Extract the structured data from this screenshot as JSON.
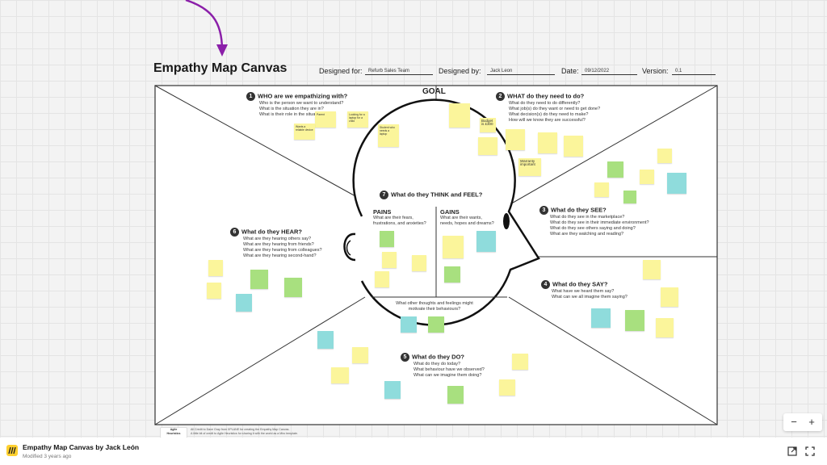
{
  "canvas": {
    "title": "Empathy Map Canvas",
    "designed_for_label": "Designed for:",
    "designed_for_value": "Refurb Sales Team",
    "designed_by_label": "Designed by:",
    "designed_by_value": "Jack Leon",
    "date_label": "Date:",
    "date_value": "09/12/2022",
    "version_label": "Version:",
    "version_value": "0.1",
    "goal_label": "GOAL"
  },
  "sections": {
    "who": {
      "num": "1",
      "title": "WHO are we empathizing with?",
      "questions": [
        "Who is the person we want to understand?",
        "What is the situation they are in?",
        "What is their role in the situation?"
      ]
    },
    "need": {
      "num": "2",
      "title": "WHAT do they need to do?",
      "questions": [
        "What do they need to do differently?",
        "What job(s) do they want or need to get done?",
        "What decision(s) do they need to make?",
        "How will we know they are successful?"
      ]
    },
    "see": {
      "num": "3",
      "title": "What do they SEE?",
      "questions": [
        "What do they see in the marketplace?",
        "What do they see in their immediate environment?",
        "What do they see others saying and doing?",
        "What are they watching and reading?"
      ]
    },
    "say": {
      "num": "4",
      "title": "What do they SAY?",
      "questions": [
        "What have we heard them say?",
        "What can we all imagine them saying?"
      ]
    },
    "do": {
      "num": "5",
      "title": "What do they DO?",
      "questions": [
        "What do they do today?",
        "What behaviour have we observed?",
        "What can we imagine them doing?"
      ]
    },
    "hear": {
      "num": "6",
      "title": "What do they HEAR?",
      "questions": [
        "What are they hearing others say?",
        "What are they hearing from friends?",
        "What are they hearing from colleagues?",
        "What are they hearing second-hand?"
      ]
    },
    "think": {
      "num": "7",
      "title": "What do they THINK and FEEL?"
    },
    "pains": {
      "title": "PAINS",
      "questions": [
        "What are their fears,",
        "frustrations, and anxieties?"
      ]
    },
    "gains": {
      "title": "GAINS",
      "questions": [
        "What are their wants,",
        "needs, hopes and dreams?"
      ]
    },
    "other": {
      "questions": [
        "What other thoughts and feelings might",
        "motivate their behaviours?"
      ]
    }
  },
  "stickies": {
    "s_budget": "Budget is £300",
    "s_warranty": "Warranty important",
    "s_kind": "Looking for a laptop for a child",
    "s_family": "Parent",
    "s_student": "Student who needs a laptop",
    "s_prefer": "Wants a reliable device"
  },
  "credits": {
    "line1": "All Credit to Dave Gray from XPLANE for creating the Empathy Map Canvas.",
    "line2": "A little bit of credit to Agile Heuristics for sharing it with the world as a Miro template.",
    "logo_line1": "Agile",
    "logo_line2": "Heuristics"
  },
  "board": {
    "name": "Empathy Map Canvas by Jack León",
    "modified": "Modified 3 years ago"
  },
  "zoom": {
    "out": "−",
    "in": "+"
  },
  "colors": {
    "yellow": "#fbf59b",
    "green": "#a8e07f",
    "teal": "#8fdcdc",
    "arrow": "#8b1fa9"
  }
}
